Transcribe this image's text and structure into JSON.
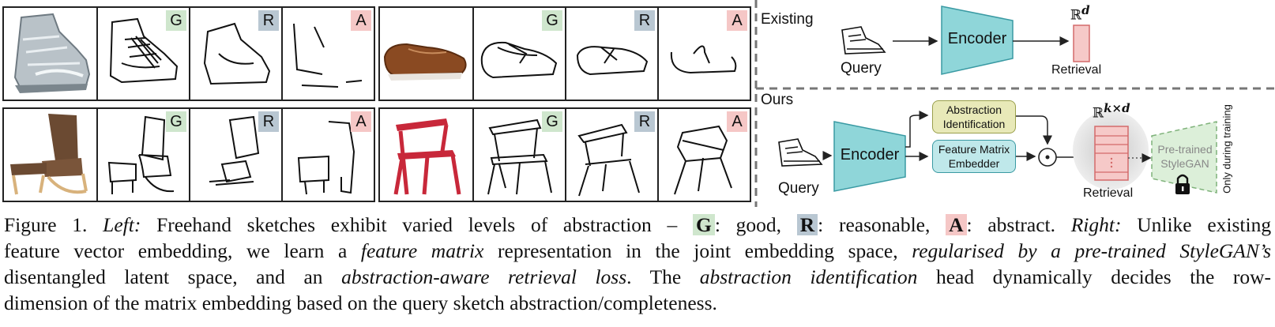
{
  "badges": {
    "good": "G",
    "reasonable": "R",
    "abstract": "A"
  },
  "diagram": {
    "existing_label": "Existing",
    "ours_label": "Ours",
    "encoder_label": "Encoder",
    "query_label": "Query",
    "retrieval_label": "Retrieval",
    "space_existing": "ℝ",
    "space_existing_exp": "d",
    "space_ours": "ℝ",
    "space_ours_exp": "k×d",
    "abstraction_line1": "Abstraction",
    "abstraction_line2": "Identification",
    "feature_line1": "Feature Matrix",
    "feature_line2": "Embedder",
    "odot": "⊙",
    "stylegan_line1": "Pre-trained",
    "stylegan_line2": "StyleGAN",
    "only_training": "Only during training"
  },
  "caption": {
    "fig": "Figure 1.",
    "left": "Left:",
    "t1": "Freehand sketches exhibit varied levels of abstraction –",
    "g": "G",
    "t2": ": good,",
    "r": "R",
    "t3": ": reasonable,",
    "a": "A",
    "t4": ": abstract.",
    "right": "Right:",
    "t5": "Unlike existing",
    "t6": "feature vector embedding, we learn a",
    "i1": "feature matrix",
    "t7": "representation in the joint embedding space,",
    "i2": "regularised by a pre-trained StyleGAN’s",
    "t8": "disentangled latent space, and an",
    "i3": "abstraction-aware retrieval loss",
    "t9": ". The",
    "i4": "abstraction identification",
    "t10": "head dynamically decides the row-",
    "t11": "dimension of the matrix embedding based on the query sketch abstraction/completeness."
  },
  "colors": {
    "good": "#cfe6cd",
    "reasonable": "#b9c7d2",
    "abstract": "#f5c7c6",
    "encoder": "#8fd6d9",
    "abstraction_box": "#e8e9b8",
    "feature_box": "#bfe8ea",
    "retrieval": "#f6c9c8",
    "stylegan": "#dcefd9"
  }
}
